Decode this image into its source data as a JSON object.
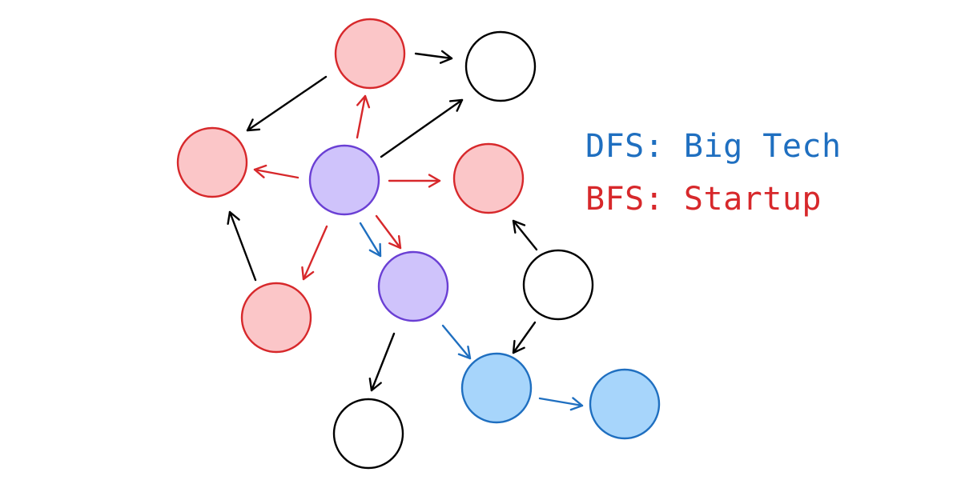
{
  "legend": {
    "dfs": "DFS: Big Tech",
    "bfs": "BFS: Startup"
  },
  "colors": {
    "dfs": "#1f6fc0",
    "bfs": "#d7282b",
    "neutral": "#000000",
    "start_fill": "#cfc3fb",
    "start_stroke": "#6a3fd4",
    "bfs_fill": "#fbc6c8",
    "dfs_fill": "#a7d5fb"
  },
  "nodes": [
    {
      "id": "start",
      "kind": "start"
    },
    {
      "id": "top",
      "kind": "bfs"
    },
    {
      "id": "top-right",
      "kind": "unvisited"
    },
    {
      "id": "left",
      "kind": "bfs"
    },
    {
      "id": "right",
      "kind": "bfs"
    },
    {
      "id": "lower-left",
      "kind": "bfs"
    },
    {
      "id": "middle",
      "kind": "start"
    },
    {
      "id": "mid-right",
      "kind": "unvisited"
    },
    {
      "id": "blue-a",
      "kind": "dfs"
    },
    {
      "id": "blue-b",
      "kind": "dfs"
    },
    {
      "id": "bottom",
      "kind": "unvisited"
    }
  ],
  "edges": [
    {
      "from": "start",
      "to": "top",
      "kind": "bfs"
    },
    {
      "from": "start",
      "to": "left",
      "kind": "bfs"
    },
    {
      "from": "start",
      "to": "right",
      "kind": "bfs"
    },
    {
      "from": "start",
      "to": "lower-left",
      "kind": "bfs"
    },
    {
      "from": "start",
      "to": "middle",
      "kind": "bfs"
    },
    {
      "from": "start",
      "to": "middle",
      "kind": "dfs"
    },
    {
      "from": "start",
      "to": "top-right",
      "kind": "neutral"
    },
    {
      "from": "top",
      "to": "top-right",
      "kind": "neutral"
    },
    {
      "from": "top",
      "to": "left",
      "kind": "neutral"
    },
    {
      "from": "lower-left",
      "to": "left",
      "kind": "neutral"
    },
    {
      "from": "mid-right",
      "to": "right",
      "kind": "neutral"
    },
    {
      "from": "mid-right",
      "to": "blue-a",
      "kind": "neutral"
    },
    {
      "from": "middle",
      "to": "blue-a",
      "kind": "dfs"
    },
    {
      "from": "middle",
      "to": "bottom",
      "kind": "neutral"
    },
    {
      "from": "blue-a",
      "to": "blue-b",
      "kind": "dfs"
    }
  ]
}
